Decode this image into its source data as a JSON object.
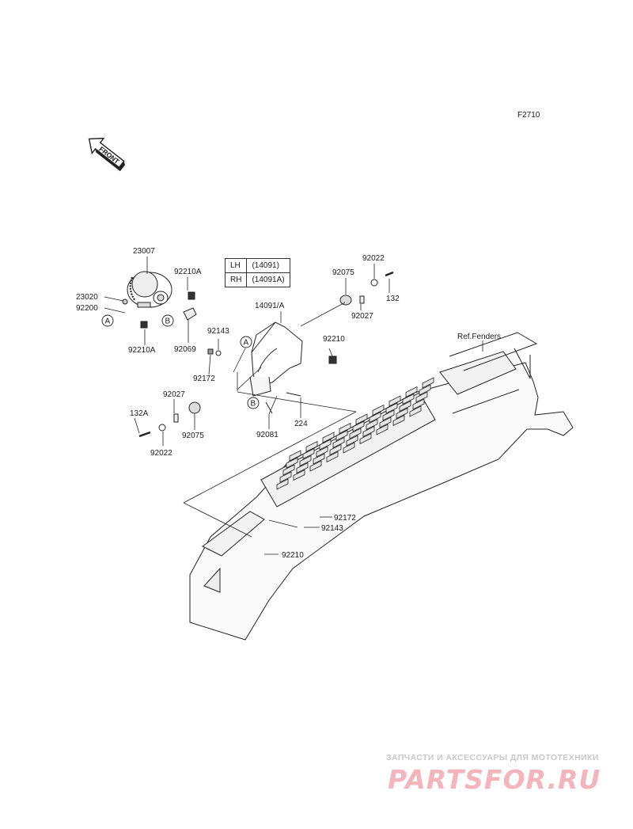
{
  "figure_code": "F2710",
  "front_label": "FRONT",
  "ref_label": "Ref.Fenders",
  "variant_table": [
    {
      "side": "LH",
      "part": "(14091)"
    },
    {
      "side": "RH",
      "part": "(14091A)"
    }
  ],
  "parts": {
    "p23007": "23007",
    "p92210A_top": "92210A",
    "p23020": "23020",
    "p92200": "92200",
    "p92210A_bot": "92210A",
    "p92069": "92069",
    "p92022_top": "92022",
    "p92075_top": "92075",
    "p132": "132",
    "p92027_top": "92027",
    "p14091A": "14091/A",
    "p92143_top": "92143",
    "p92210_mid": "92210",
    "p92172_top": "92172",
    "p92027_low": "92027",
    "p132A": "132A",
    "p92075_low": "92075",
    "p92022_low": "92022",
    "p92081": "92081",
    "p224": "224",
    "p92172_bot": "92172",
    "p92143_bot": "92143",
    "p92210_bot": "92210"
  },
  "callouts": {
    "a1": "A",
    "b1": "B",
    "a2": "A",
    "b2": "B"
  },
  "watermark": {
    "line1": "ЗАПЧАСТИ И АКСЕССУАРЫ ДЛЯ МОТОТЕХНИКИ",
    "line2": "PARTSFOR.RU"
  }
}
